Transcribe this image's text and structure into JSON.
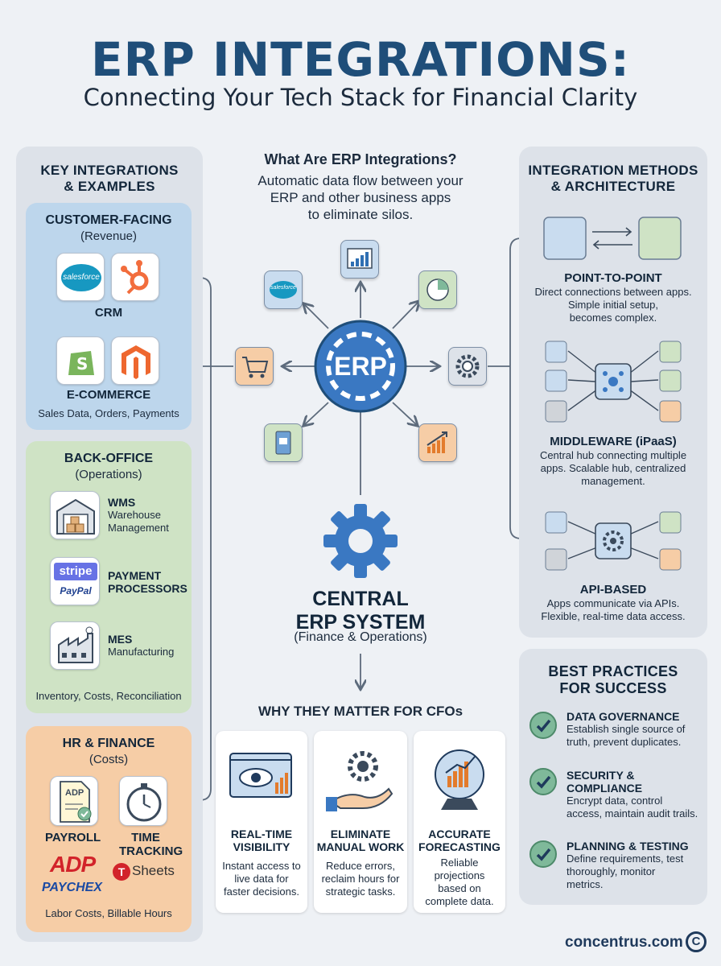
{
  "header": {
    "title": "ERP INTEGRATIONS:",
    "subtitle": "Connecting Your Tech Stack for Financial Clarity"
  },
  "left": {
    "title_line1": "KEY INTEGRATIONS",
    "title_line2": "& EXAMPLES",
    "customer": {
      "title": "CUSTOMER-FACING",
      "subtitle": "(Revenue)",
      "crm_label": "CRM",
      "ecom_label": "E-COMMERCE",
      "footer": "Sales Data, Orders, Payments",
      "salesforce_logo": "salesforce"
    },
    "backoffice": {
      "title": "BACK-OFFICE",
      "subtitle": "(Operations)",
      "items": [
        {
          "title": "WMS",
          "desc1": "Warehouse",
          "desc2": "Management"
        },
        {
          "title": "PAYMENT",
          "desc1": "PROCESSORS",
          "desc2": ""
        },
        {
          "title": "MES",
          "desc1": "Manufacturing",
          "desc2": ""
        }
      ],
      "stripe_logo": "stripe",
      "paypal_logo": "PayPal",
      "footer": "Inventory, Costs, Reconciliation"
    },
    "hr": {
      "title": "HR & FINANCE",
      "subtitle": "(Costs)",
      "payroll": "PAYROLL",
      "time1": "TIME",
      "time2": "TRACKING",
      "adp_doc": "ADP",
      "adp_logo": "ADP",
      "tsheets_t": "T",
      "tsheets_logo": "Sheets",
      "paychex_logo": "PAYCHEX",
      "footer": "Labor Costs, Billable Hours"
    }
  },
  "center": {
    "what_title": "What Are ERP Integrations?",
    "what_line1": "Automatic data flow between your",
    "what_line2": "ERP and other business apps",
    "what_line3": "to eliminate silos.",
    "hub_label": "ERP",
    "salesforce_small": "salesforce",
    "central_line1": "CENTRAL",
    "central_line2": "ERP SYSTEM",
    "central_line3": "(Finance & Operations)",
    "why_title": "WHY THEY MATTER FOR CFOs",
    "why_cards": [
      {
        "title1": "REAL-TIME",
        "title2": "VISIBILITY",
        "desc": [
          "Instant access to",
          "live data for",
          "faster decisions."
        ]
      },
      {
        "title1": "ELIMINATE",
        "title2": "MANUAL WORK",
        "desc": [
          "Reduce errors,",
          "reclaim hours for",
          "strategic tasks."
        ]
      },
      {
        "title1": "ACCURATE",
        "title2": "FORECASTING",
        "desc": [
          "Reliable",
          "projections",
          "based on",
          "complete data."
        ]
      }
    ]
  },
  "right": {
    "title_line1": "INTEGRATION METHODS",
    "title_line2": "& ARCHITECTURE",
    "methods": [
      {
        "title": "POINT-TO-POINT",
        "desc": [
          "Direct connections between apps.",
          "Simple initial setup,",
          "becomes complex."
        ]
      },
      {
        "title": "MIDDLEWARE (iPaaS)",
        "desc": [
          "Central hub connecting multiple",
          "apps. Scalable hub, centralized",
          "management."
        ]
      },
      {
        "title": "API-BASED",
        "desc": [
          "Apps communicate via APIs.",
          "Flexible, real-time data access."
        ]
      }
    ],
    "best_title1": "BEST PRACTICES",
    "best_title2": "FOR SUCCESS",
    "practices": [
      {
        "title1": "DATA GOVERNANCE",
        "title2": "",
        "desc": [
          "Establish single source of",
          "truth, prevent duplicates."
        ]
      },
      {
        "title1": "SECURITY &",
        "title2": "COMPLIANCE",
        "desc": [
          "Encrypt data, control",
          "access, maintain audit trails."
        ]
      },
      {
        "title1": "PLANNING & TESTING",
        "title2": "",
        "desc": [
          "Define requirements, test",
          "thoroughly, monitor",
          "metrics."
        ]
      }
    ]
  },
  "footer": {
    "brand": "concentrus.com",
    "brand_icon": "C"
  },
  "colors": {
    "title_blue": "#1f4e79",
    "blue_panel": "#bdd6ec",
    "green_panel": "#cfe3c5",
    "orange_panel": "#f6cda6",
    "hub_blue": "#3a78c2"
  }
}
